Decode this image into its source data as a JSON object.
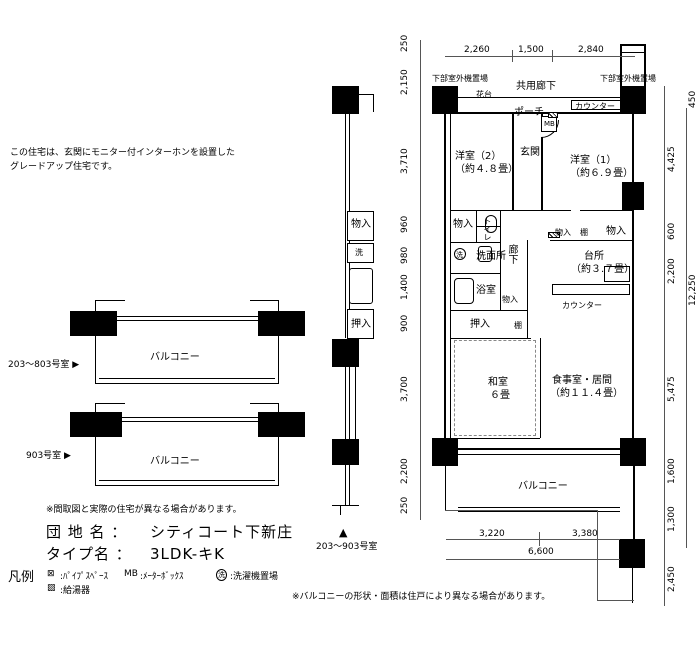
{
  "note_intro": [
    "この住宅は、玄関にモニター付インターホンを設置した",
    "グレードアップ住宅です。"
  ],
  "note_disclaimer": "※間取図と実際の住宅が異なる場合があります。",
  "note_balcony": "※バルコニーの形状・面積は住戸により異なる場合があります。",
  "property": {
    "name_label": "団 地 名 ：",
    "name_value": "シティコート下新庄",
    "type_label": "タイプ名 ：",
    "type_value": "3LDK-キK"
  },
  "legend": {
    "title": "凡例",
    "items": [
      {
        "symbol": "⊠",
        "text": ":ﾊﾟｲﾌﾟｽﾍﾟｰｽ"
      },
      {
        "symbol": "MB",
        "text": ":ﾒｰﾀｰﾎﾞｯｸｽ"
      },
      {
        "symbol": "洗",
        "text": ":洗濯機置場"
      },
      {
        "symbol": "▨",
        "text": ":給湯器"
      }
    ]
  },
  "left_plans": {
    "plan1_label": "203～803号室 ▶",
    "plan1_balcony": "バルコニー",
    "plan2_label": "903号室 ▶",
    "plan2_balcony": "バルコニー"
  },
  "middle": {
    "label": "203～903号室",
    "rooms": [
      "物入",
      "洗",
      "押入"
    ]
  },
  "plan": {
    "corridor": "共用廊下",
    "planter": "花台",
    "outdoor_unit_left": "下部室外機置場",
    "outdoor_unit_right": "下部室外機置場",
    "porch": "ポーチ",
    "mb": "MB",
    "counter_top": "カウンター",
    "entrance": "玄関",
    "western2": "洋室（2）",
    "western2_size": "（約４.８畳）",
    "western1": "洋室（1）",
    "western1_size": "（約６.９畳）",
    "storage_a": "物入",
    "toilet": "トイレ",
    "hall": "廊下",
    "storage_b": "物入",
    "shelf_a": "棚",
    "storage_c": "物入",
    "washroom": "洗面所",
    "wash_symbol": "洗",
    "kitchen": "台所",
    "kitchen_size": "（約３.７畳）",
    "bath": "浴室",
    "storage_d": "物入",
    "counter_kitchen": "カウンター",
    "closet": "押入",
    "shelf_b": "棚",
    "japanese": "和室",
    "japanese_size": "６畳",
    "living": "食事室・居間",
    "living_size": "（約１１.４畳）",
    "balcony": "バルコニー"
  },
  "dims": {
    "top": [
      "2,260",
      "1,500",
      "2,840"
    ],
    "bottom_split": [
      "3,220",
      "3,380"
    ],
    "bottom_total": "6,600",
    "left": [
      "250",
      "2,150",
      "3,710",
      "960",
      "980",
      "1,400",
      "900",
      "3,700",
      "2,200",
      "250"
    ],
    "right": [
      "450",
      "4,425",
      "600",
      "2,200",
      "12,250",
      "5,475",
      "1,600",
      "1,300",
      "2,450"
    ]
  }
}
